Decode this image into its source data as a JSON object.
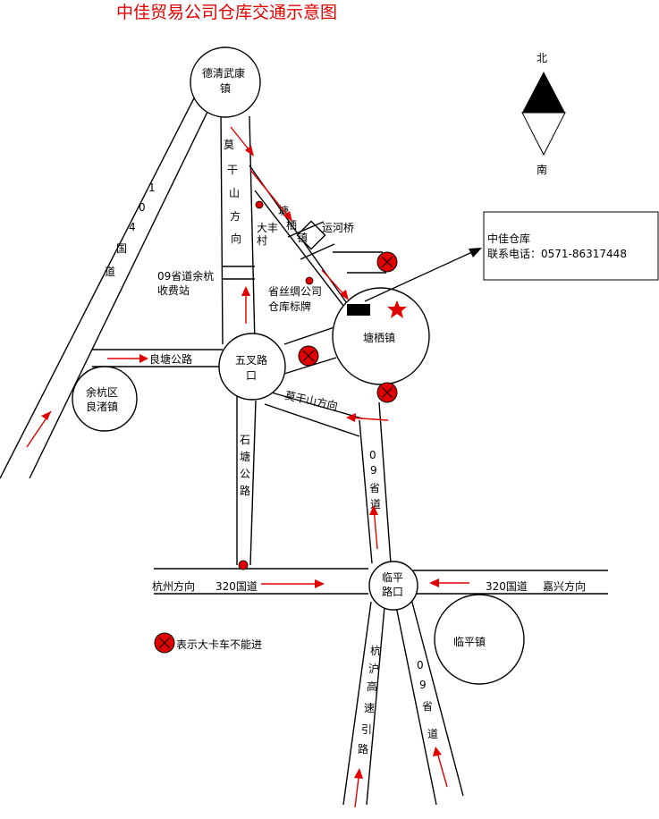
{
  "title": "中佳贸易公司仓库交通示意图",
  "compass": {
    "north": "北",
    "south": "南"
  },
  "places": {
    "deqing": [
      "德清武康",
      "镇"
    ],
    "wuchalu": [
      "五叉路",
      "口"
    ],
    "tangqi": "塘栖镇",
    "liangzhu": [
      "余杭区",
      "良渚镇"
    ],
    "linping_junction": [
      "临平",
      "路口"
    ],
    "linping_town": "临平镇",
    "dafengcun": [
      "大丰",
      "村"
    ],
    "tollgate": [
      "09省道余杭",
      "收费站"
    ],
    "sign": [
      "省丝绸公司",
      "仓库标牌"
    ],
    "canal_bridge": "运河桥"
  },
  "roads": {
    "g104": [
      "1",
      "0",
      "4",
      "国",
      "道"
    ],
    "moganshan_north": [
      "莫",
      "干",
      "山",
      "方",
      "向"
    ],
    "tangqi_road": [
      "塘",
      "栖",
      "镇"
    ],
    "liangtang": "良塘公路",
    "shitang": [
      "石",
      "塘",
      "公",
      "路"
    ],
    "moganshan_east": "莫干山方向",
    "s09_upper": [
      "0",
      "9",
      "省",
      "道"
    ],
    "hangzhou_dir": "杭州方向",
    "g320_west": "320国道",
    "g320_east": "320国道",
    "jiaxing_dir": "嘉兴方向",
    "expressway": [
      "杭",
      "沪",
      "高",
      "速",
      "引",
      "路"
    ],
    "s09_lower": [
      "0",
      "9",
      "省",
      "道"
    ]
  },
  "callout": {
    "name": "中佳仓库",
    "phone": "联系电话：0571-86317448"
  },
  "legend": {
    "text": "表示大卡车不能进"
  },
  "colors": {
    "accent": "#e00000",
    "line": "#000000"
  }
}
